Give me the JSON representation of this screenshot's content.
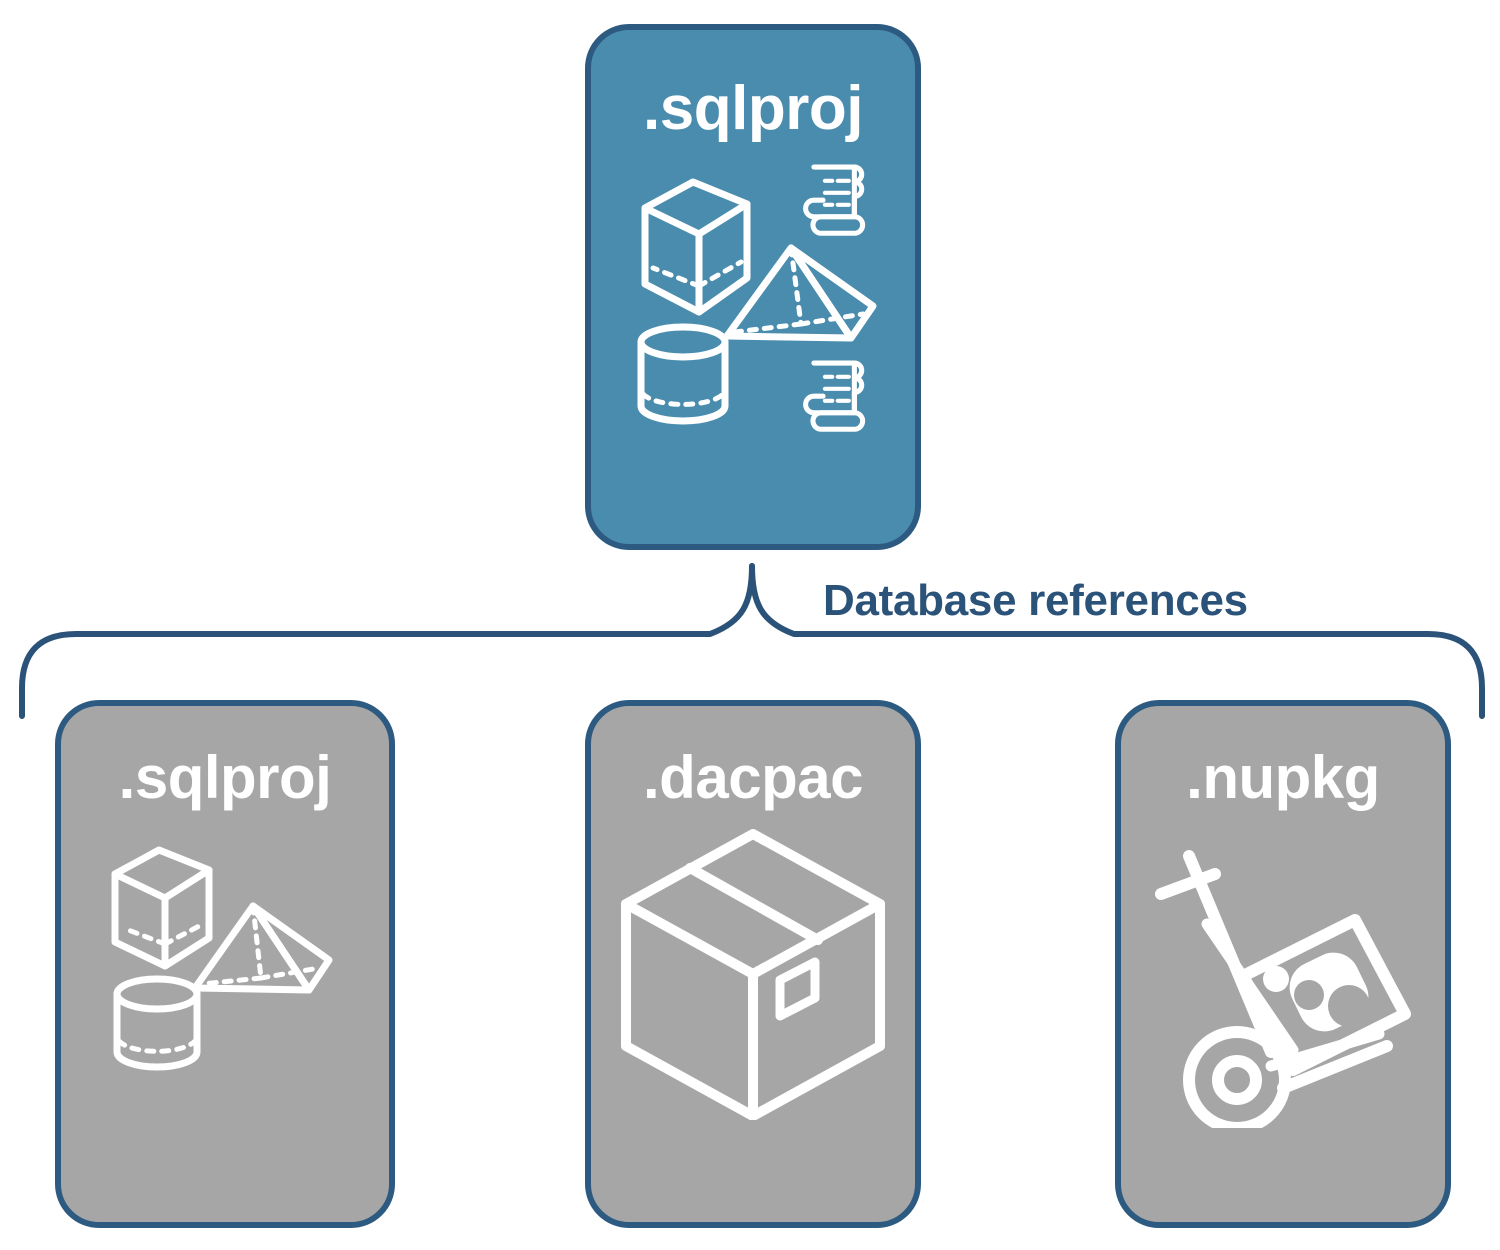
{
  "diagram": {
    "title": "Database references",
    "colors": {
      "primary_card_fill": "#4a8cad",
      "secondary_card_fill": "#a6a6a6",
      "border": "#2d5a80",
      "label_text": "#2b5379",
      "card_text": "#ffffff",
      "background": "#ffffff"
    },
    "source_card": {
      "label": ".sqlproj",
      "icons": [
        "cube-icon",
        "scroll-icon",
        "pyramid-icon",
        "cylinder-icon",
        "scroll-icon"
      ]
    },
    "connector": {
      "type": "curly-brace",
      "label": "Database references"
    },
    "reference_cards": [
      {
        "label": ".sqlproj",
        "icons": [
          "cube-icon",
          "pyramid-icon",
          "cylinder-icon"
        ]
      },
      {
        "label": ".dacpac",
        "icons": [
          "package-box-icon"
        ]
      },
      {
        "label": ".nupkg",
        "icons": [
          "hand-truck-icon"
        ]
      }
    ]
  }
}
